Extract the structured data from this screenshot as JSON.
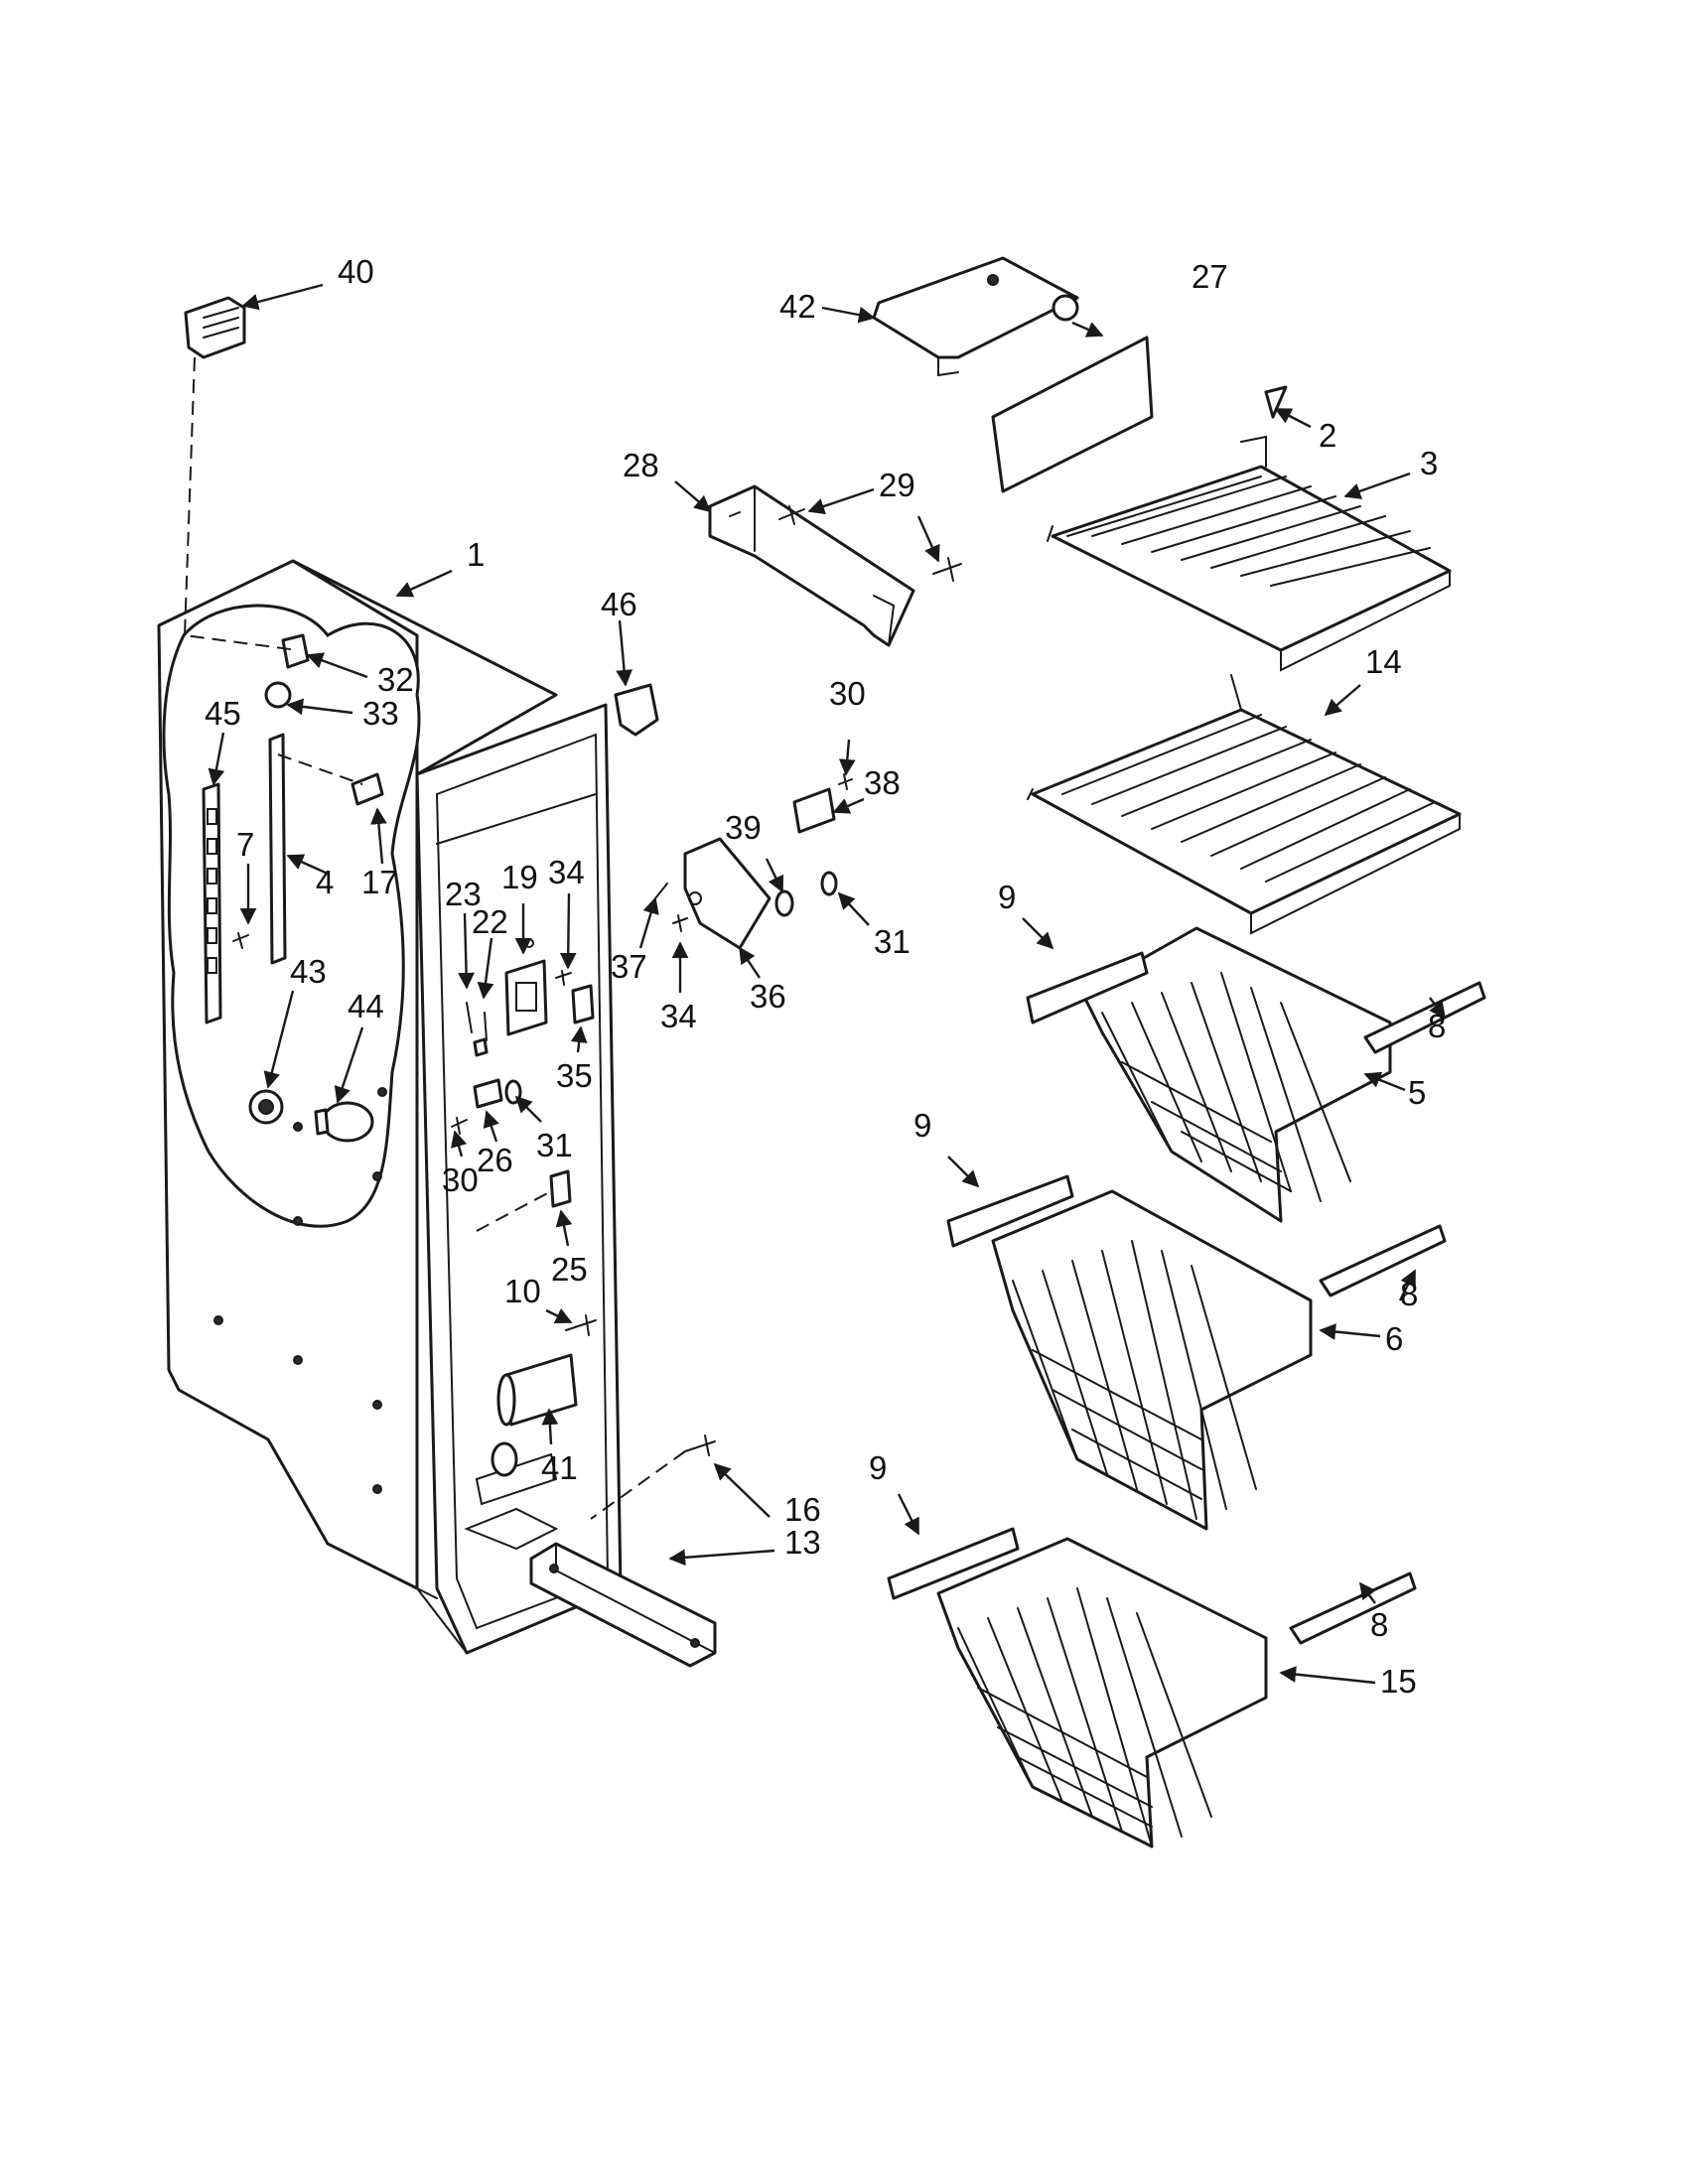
{
  "callouts": [
    {
      "id": "c1",
      "text": "1"
    },
    {
      "id": "c2",
      "text": "2"
    },
    {
      "id": "c3",
      "text": "3"
    },
    {
      "id": "c4",
      "text": "4"
    },
    {
      "id": "c5",
      "text": "5"
    },
    {
      "id": "c6",
      "text": "6"
    },
    {
      "id": "c7",
      "text": "7"
    },
    {
      "id": "c8a",
      "text": "8"
    },
    {
      "id": "c8b",
      "text": "8"
    },
    {
      "id": "c8c",
      "text": "8"
    },
    {
      "id": "c9a",
      "text": "9"
    },
    {
      "id": "c9b",
      "text": "9"
    },
    {
      "id": "c9c",
      "text": "9"
    },
    {
      "id": "c10",
      "text": "10"
    },
    {
      "id": "c13",
      "text": "13"
    },
    {
      "id": "c14",
      "text": "14"
    },
    {
      "id": "c15",
      "text": "15"
    },
    {
      "id": "c16",
      "text": "16"
    },
    {
      "id": "c17",
      "text": "17"
    },
    {
      "id": "c19",
      "text": "19"
    },
    {
      "id": "c22",
      "text": "22"
    },
    {
      "id": "c23",
      "text": "23"
    },
    {
      "id": "c25",
      "text": "25"
    },
    {
      "id": "c26",
      "text": "26"
    },
    {
      "id": "c27",
      "text": "27"
    },
    {
      "id": "c28",
      "text": "28"
    },
    {
      "id": "c29",
      "text": "29"
    },
    {
      "id": "c30a",
      "text": "30"
    },
    {
      "id": "c30b",
      "text": "30"
    },
    {
      "id": "c31a",
      "text": "31"
    },
    {
      "id": "c31b",
      "text": "31"
    },
    {
      "id": "c32",
      "text": "32"
    },
    {
      "id": "c33",
      "text": "33"
    },
    {
      "id": "c34a",
      "text": "34"
    },
    {
      "id": "c34b",
      "text": "34"
    },
    {
      "id": "c35",
      "text": "35"
    },
    {
      "id": "c36",
      "text": "36"
    },
    {
      "id": "c37",
      "text": "37"
    },
    {
      "id": "c38",
      "text": "38"
    },
    {
      "id": "c39",
      "text": "39"
    },
    {
      "id": "c40",
      "text": "40"
    },
    {
      "id": "c41",
      "text": "41"
    },
    {
      "id": "c42",
      "text": "42"
    },
    {
      "id": "c43",
      "text": "43"
    },
    {
      "id": "c44",
      "text": "44"
    },
    {
      "id": "c45",
      "text": "45"
    },
    {
      "id": "c46",
      "text": "46"
    }
  ]
}
